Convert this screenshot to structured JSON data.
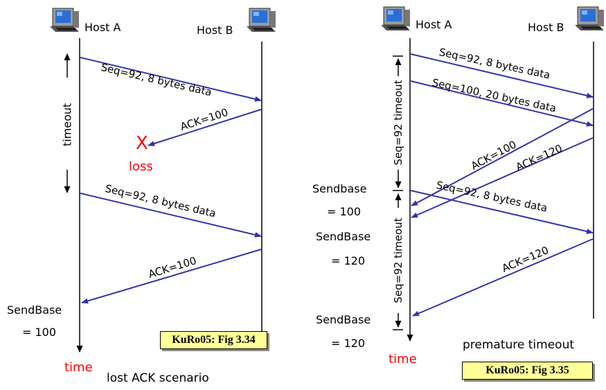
{
  "colors": {
    "arrow": "#3333aa",
    "line": "#000000",
    "alert": "#ff0000",
    "figure_box": "#ffff99"
  },
  "left": {
    "host_a": "Host A",
    "host_b": "Host B",
    "timeout_label": "timeout",
    "msg1": "Seq=92, 8 bytes data",
    "ack1": "ACK=100",
    "x_mark": "X",
    "loss": "loss",
    "msg2": "Seq=92, 8 bytes data",
    "ack2": "ACK=100",
    "sendbase_label": "SendBase",
    "sendbase_value": "= 100",
    "time": "time",
    "figure": "KuRo05: Fig 3.34",
    "caption": "lost ACK scenario"
  },
  "right": {
    "host_a": "Host A",
    "host_b": "Host B",
    "timeout1": "Seq=92 timeout",
    "timeout2": "Seq=92 timeout",
    "msg1": "Seq=92, 8 bytes data",
    "msg2": "Seq=100, 20 bytes data",
    "ack1": "ACK=100",
    "ack2": "ACK=120",
    "msg3": "Seq=92, 8 bytes data",
    "ack3": "ACK=120",
    "sendbase1_label": "Sendbase",
    "sendbase1_value": "= 100",
    "sendbase2_label": "SendBase",
    "sendbase2_value": "= 120",
    "sendbase3_label": "SendBase",
    "sendbase3_value": "= 120",
    "time": "time",
    "caption": "premature timeout",
    "figure": "KuRo05: Fig 3.35"
  }
}
